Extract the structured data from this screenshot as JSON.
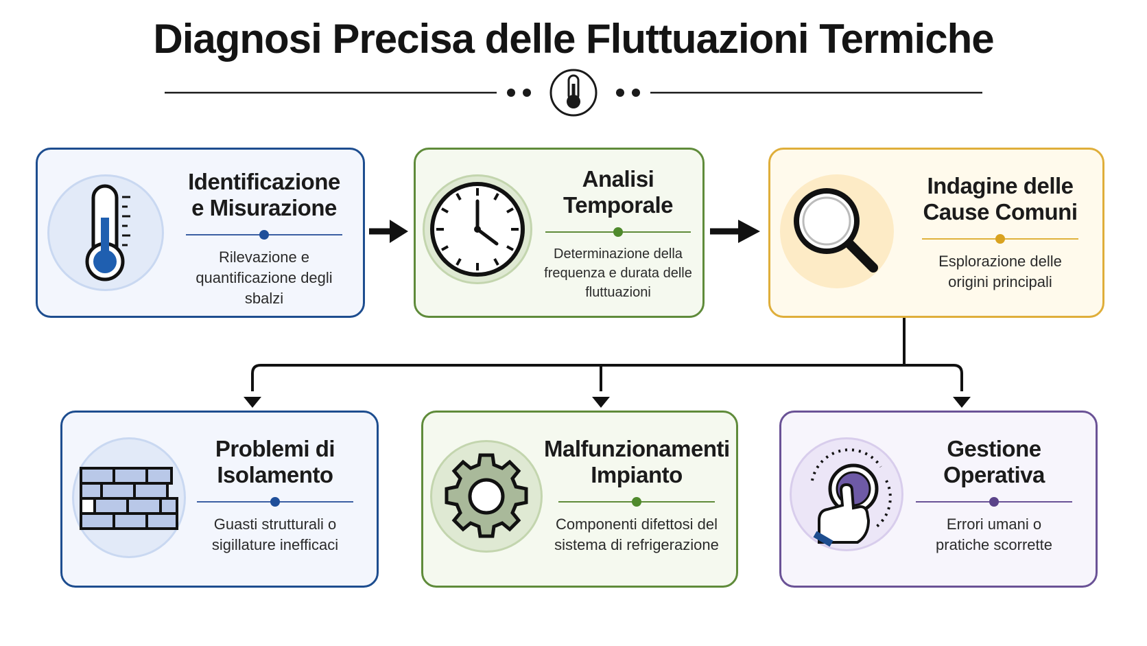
{
  "title": "Diagnosi Precisa delle Fluttuazioni Termiche",
  "header_icon": "thermometer-icon",
  "cards": [
    {
      "title_line1": "Identificazione",
      "title_line2": "e Misurazione",
      "desc_line1": "Rilevazione e",
      "desc_line2": "quantificazione degli sbalzi",
      "icon": "thermometer-icon",
      "accent": "#1d4d8f"
    },
    {
      "title_line1": "Analisi",
      "title_line2": "Temporale",
      "desc_line1": "Determinazione della",
      "desc_line2": "frequenza e durata delle",
      "desc_line3": "fluttuazioni",
      "icon": "clock-icon",
      "accent": "#5f8b3a"
    },
    {
      "title_line1": "Indagine delle",
      "title_line2": "Cause Comuni",
      "desc_line1": "Esplorazione delle",
      "desc_line2": "origini principali",
      "icon": "magnifying-glass-icon",
      "accent": "#dfae3a"
    },
    {
      "title_line1": "Problemi di",
      "title_line2": "Isolamento",
      "desc_line1": "Guasti strutturali o",
      "desc_line2": "sigillature inefficaci",
      "icon": "brick-wall-icon",
      "accent": "#1d4d8f"
    },
    {
      "title_line1": "Malfunzionamenti",
      "title_line2": "Impianto",
      "desc_line1": "Componenti difettosi del",
      "desc_line2": "sistema di refrigerazione",
      "icon": "gear-icon",
      "accent": "#5f8b3a"
    },
    {
      "title_line1": "Gestione",
      "title_line2": "Operativa",
      "desc_line1": "Errori umani o",
      "desc_line2": "pratiche scorrette",
      "icon": "hand-pressing-dial-icon",
      "accent": "#6a5296"
    }
  ]
}
